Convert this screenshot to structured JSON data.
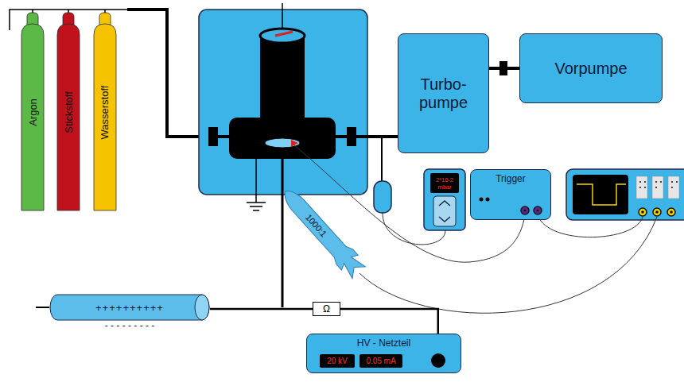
{
  "diagram": {
    "nodes": [
      {
        "text": [
          "Argon"
        ]
      },
      {
        "text": [
          "Stickstoff"
        ]
      },
      {
        "text": [
          "Wasserstoff"
        ]
      },
      {
        "text": [
          "Turbo- pumpe"
        ]
      },
      {
        "text": [
          "Vorpumpe"
        ]
      },
      {
        "text": [
          "2*10-2 mbar"
        ]
      },
      {
        "text": [
          "Trigger"
        ]
      },
      {
        "text": [
          "1000:1"
        ]
      },
      {
        "text": [
          "++++++++++",
          "- - - - - - - - -"
        ]
      },
      {
        "text": [
          "Ω"
        ]
      },
      {
        "text": [
          "HV - Netzteil"
        ]
      },
      {
        "text": [
          "20 kV"
        ],
        "in": 10
      },
      {
        "text": [
          "0.05 mA"
        ],
        "in": 10
      }
    ],
    "edges": [
      {
        "from": 3,
        "to": 4,
        "arrow": "none"
      },
      {
        "from": 8,
        "to": 9,
        "arrow": "none"
      },
      {
        "from": 9,
        "to": 10,
        "arrow": "none"
      }
    ]
  }
}
